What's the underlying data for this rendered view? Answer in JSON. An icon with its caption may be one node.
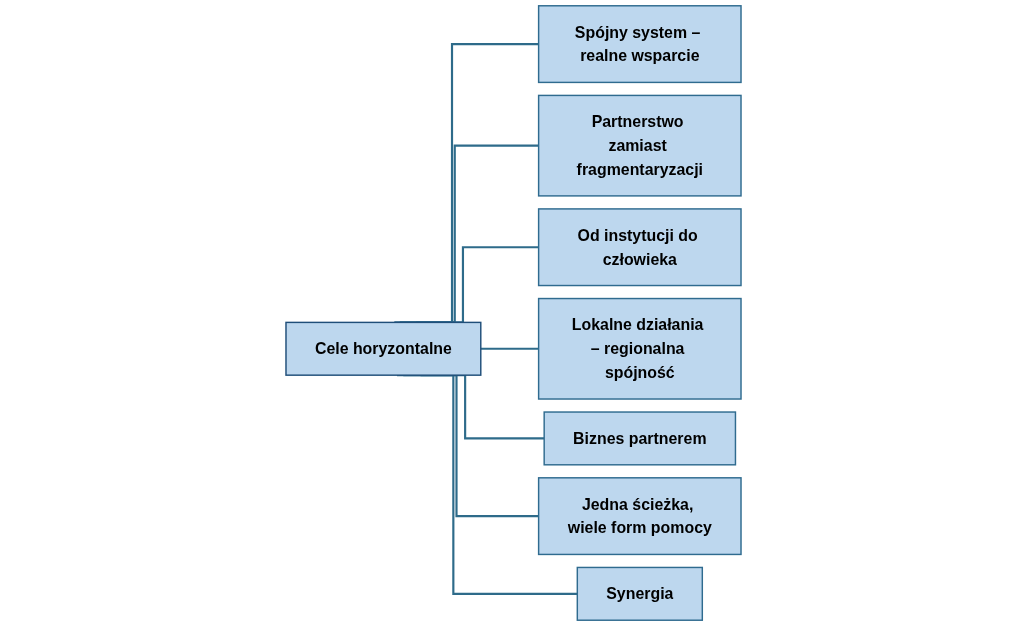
{
  "diagram": {
    "nodes": [
      {
        "text": [
          "Cele horyzontalne"
        ]
      },
      {
        "text": [
          "Spójny system – realne wsparcie"
        ]
      },
      {
        "text": [
          "Partnerstwo zamiast fragmentaryzacji"
        ]
      },
      {
        "text": [
          "Od instytucji do człowieka"
        ]
      },
      {
        "text": [
          "Lokalne działania – regionalna spójność"
        ]
      },
      {
        "text": [
          "Biznes partnerem"
        ]
      },
      {
        "text": [
          "Jedna ścieżka, wiele form pomocy"
        ]
      },
      {
        "text": [
          "Synergia"
        ]
      }
    ],
    "edges": [
      {
        "from": 0,
        "to": 1,
        "arrow": "none"
      },
      {
        "from": 0,
        "to": 2,
        "arrow": "none"
      },
      {
        "from": 0,
        "to": 3,
        "arrow": "none"
      },
      {
        "from": 0,
        "to": 4,
        "arrow": "none"
      },
      {
        "from": 0,
        "to": 5,
        "arrow": "none"
      },
      {
        "from": 0,
        "to": 6,
        "arrow": "none"
      },
      {
        "from": 0,
        "to": 7,
        "arrow": "none"
      }
    ]
  }
}
